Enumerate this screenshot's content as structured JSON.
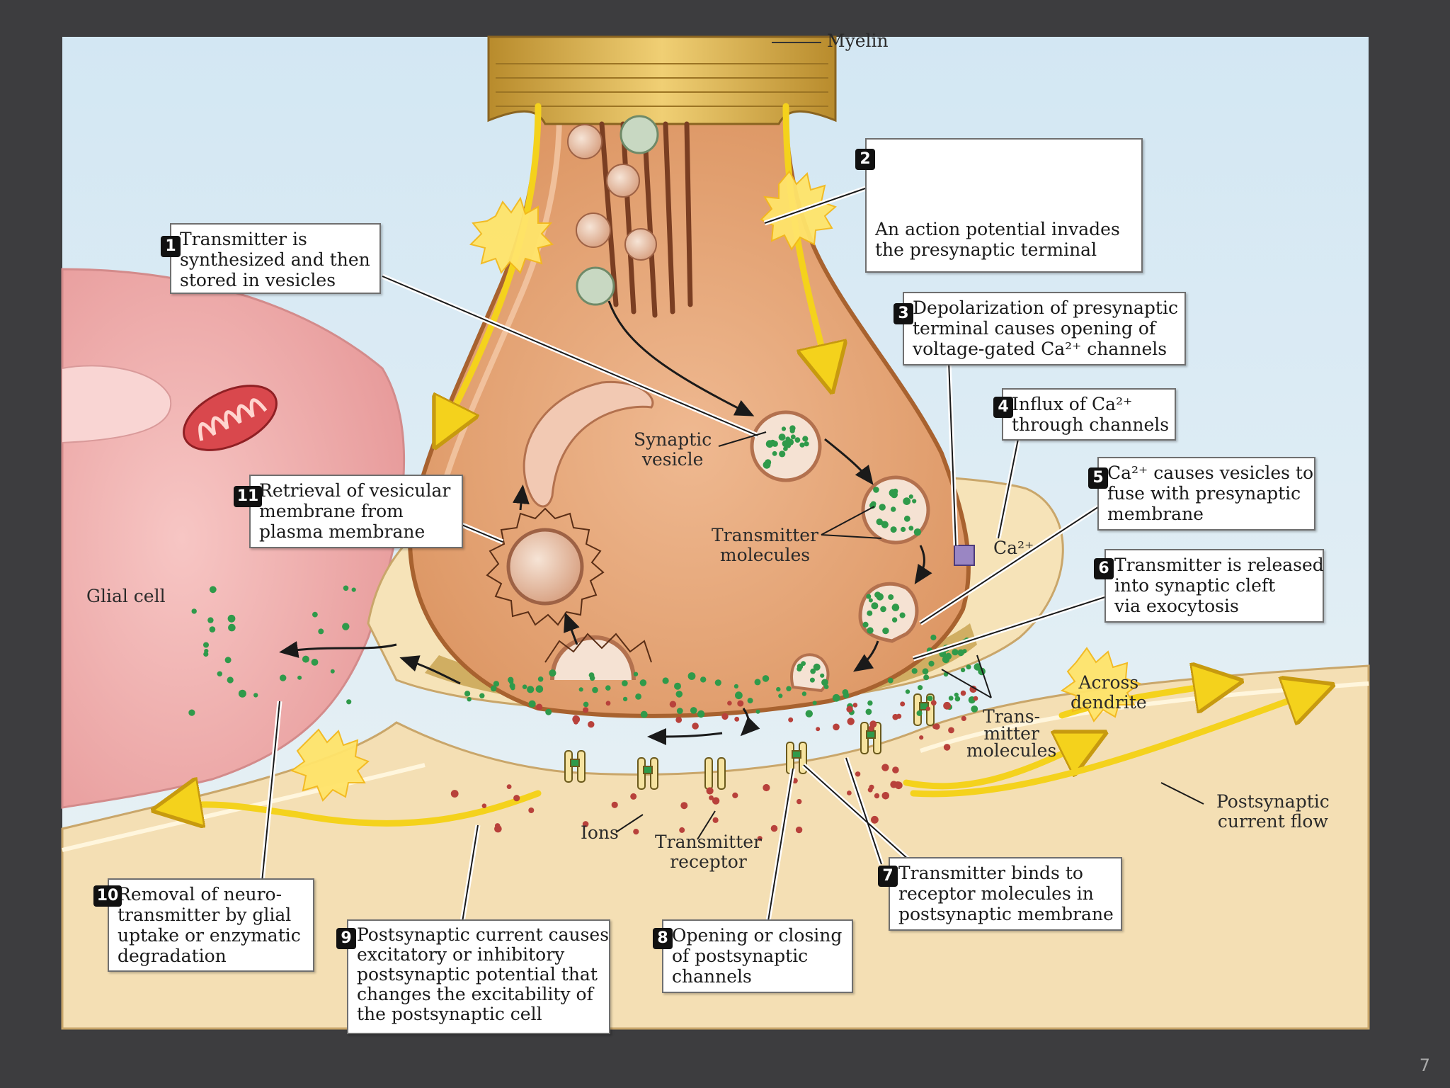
{
  "slide": {
    "page_number": "7"
  },
  "labels": {
    "myelin": "Myelin",
    "glial_cell": "Glial cell",
    "synaptic_vesicle": [
      "Synaptic",
      "vesicle"
    ],
    "transmitter_molecules": [
      "Transmitter",
      "molecules"
    ],
    "ca_ion": "Ca²⁺",
    "across_dendrite": [
      "Across",
      "dendrite"
    ],
    "trans_mitter_molecules": [
      "Trans-",
      "mitter",
      "molecules"
    ],
    "postsynaptic_current_flow": [
      "Postsynaptic",
      "current flow"
    ],
    "ions": "Ions",
    "transmitter_receptor": [
      "Transmitter",
      "receptor"
    ]
  },
  "steps": [
    {
      "number": "1",
      "lines": [
        "Transmitter is",
        "synthesized and then",
        "stored in vesicles"
      ]
    },
    {
      "number": "2",
      "lines": [
        "An action potential invades",
        "the presynaptic terminal"
      ]
    },
    {
      "number": "3",
      "lines": [
        "Depolarization of presynaptic",
        "terminal causes opening of",
        "voltage-gated Ca²⁺ channels"
      ]
    },
    {
      "number": "4",
      "lines": [
        "Influx of Ca²⁺",
        "through channels"
      ]
    },
    {
      "number": "5",
      "lines": [
        "Ca²⁺ causes vesicles to",
        "fuse with presynaptic",
        "membrane"
      ]
    },
    {
      "number": "6",
      "lines": [
        "Transmitter is released",
        "into synaptic cleft",
        "via exocytosis"
      ]
    },
    {
      "number": "7",
      "lines": [
        "Transmitter binds to",
        "receptor molecules in",
        "postsynaptic membrane"
      ]
    },
    {
      "number": "8",
      "lines": [
        "Opening or closing",
        "of postsynaptic",
        "channels"
      ]
    },
    {
      "number": "9",
      "lines": [
        "Postsynaptic current causes",
        "excitatory or inhibitory",
        "postsynaptic potential that",
        "changes the excitability of",
        "the postsynaptic cell"
      ]
    },
    {
      "number": "10",
      "lines": [
        "Removal of neuro-",
        "transmitter by glial",
        "uptake or enzymatic",
        "degradation"
      ]
    },
    {
      "number": "11",
      "lines": [
        "Retrieval of vesicular",
        "membrane from",
        "plasma membrane"
      ]
    }
  ],
  "colors": {
    "frame": "#3d3d3f",
    "background_sky": "#dcebf4",
    "terminal": "#e7a97a",
    "terminal_edge": "#b06a3c",
    "glial": "#f0b3b3",
    "dendrite": "#f3ddb0",
    "cleft": "#c9a452",
    "transmitter_dot": "#2f9a4a",
    "ion_dot": "#b8413b",
    "arrow_yellow": "#f4d21c",
    "myelin": "#d8b04a"
  }
}
